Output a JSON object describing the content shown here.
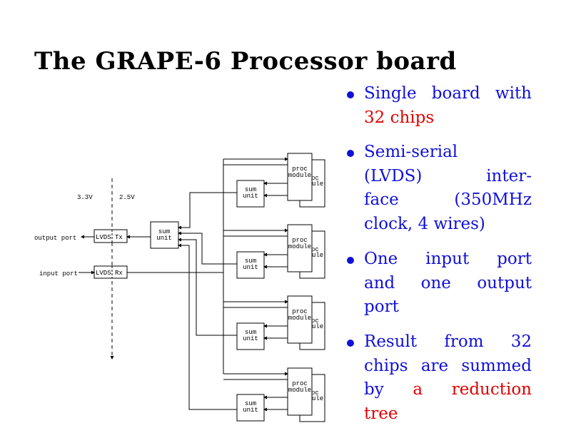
{
  "title": "The GRAPE-6 Processor board",
  "colors": {
    "blue": "#1010d8",
    "red": "#e00000",
    "text": "#000000"
  },
  "diagram": {
    "voltage_left": "3.3V",
    "voltage_right": "2.5V",
    "output_port": "output port",
    "input_port": "input port",
    "lvds_tx": "LVDS Tx",
    "lvds_rx": "LVDS Rx",
    "sum_unit_1": "sum",
    "sum_unit_2": "unit",
    "proc_module_1": "proc",
    "proc_module_2": "module",
    "proc_shadow_1": "pc",
    "proc_shadow_2": "ule"
  },
  "bullets": [
    {
      "lines": [
        [
          {
            "text": "Single board with",
            "color": "blue"
          }
        ],
        [
          {
            "text": "32 chips",
            "color": "red"
          }
        ]
      ]
    },
    {
      "lines": [
        [
          {
            "text": "Semi-serial",
            "color": "blue"
          }
        ],
        [
          {
            "text": "(LVDS) inter-",
            "color": "blue"
          }
        ],
        [
          {
            "text": "face (350MHz",
            "color": "blue"
          }
        ],
        [
          {
            "text": "clock, 4 wires)",
            "color": "blue"
          }
        ]
      ]
    },
    {
      "lines": [
        [
          {
            "text": "One input port",
            "color": "blue"
          }
        ],
        [
          {
            "text": "and one output",
            "color": "blue"
          }
        ],
        [
          {
            "text": "port",
            "color": "blue"
          }
        ]
      ]
    },
    {
      "lines": [
        [
          {
            "text": "Result from 32",
            "color": "blue"
          }
        ],
        [
          {
            "text": "chips are summed",
            "color": "blue"
          }
        ],
        [
          {
            "text": "by ",
            "color": "blue"
          },
          {
            "text": "a reduction",
            "color": "red"
          }
        ],
        [
          {
            "text": "tree",
            "color": "red"
          }
        ]
      ]
    }
  ]
}
